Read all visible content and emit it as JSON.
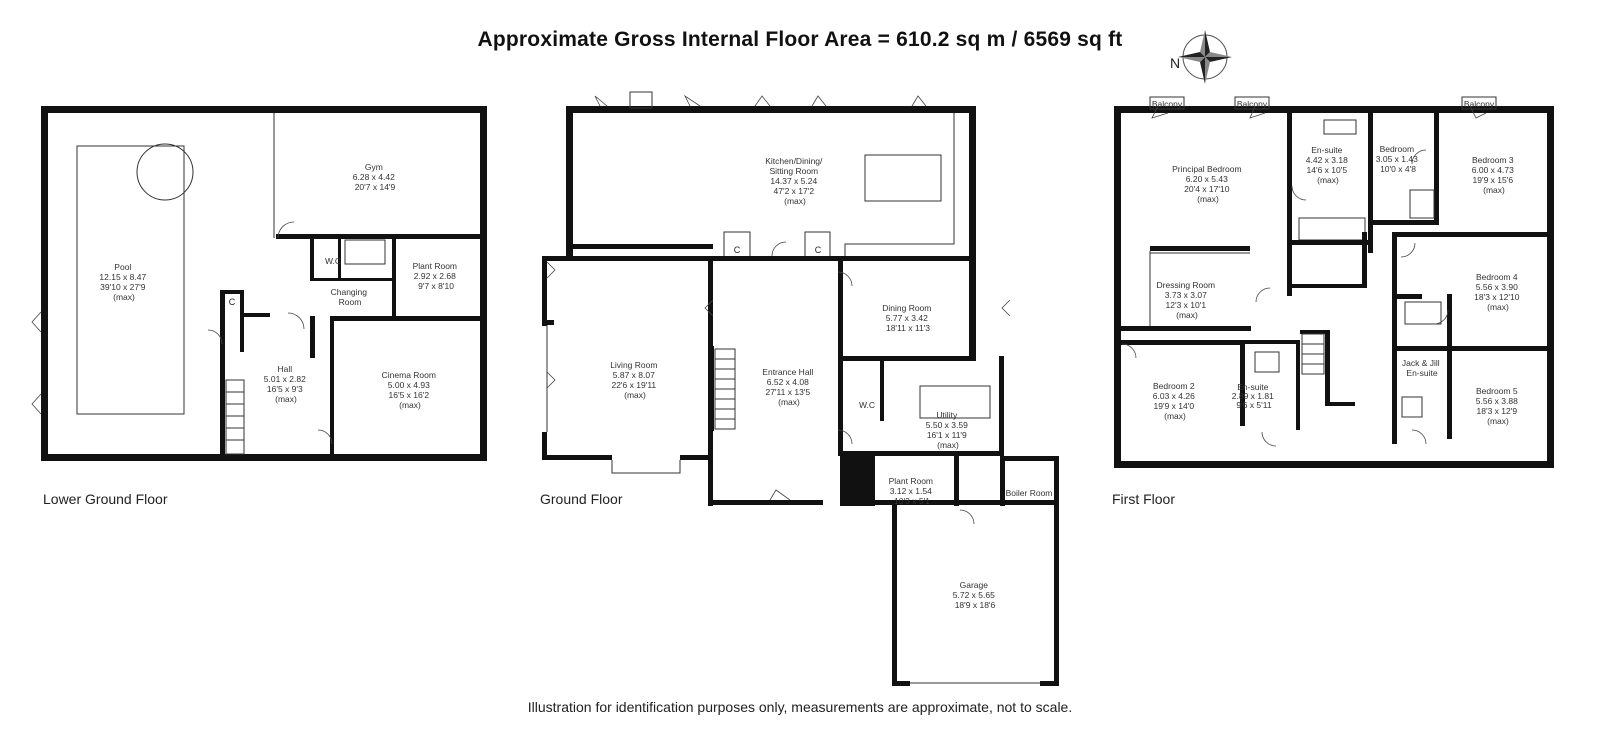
{
  "header": {
    "title": "Approximate Gross Internal Floor Area  = 610.2 sq m  / 6569 sq ft",
    "compass_label": "N"
  },
  "footer": {
    "disclaimer": "Illustration for identification purposes only, measurements are approximate, not to scale."
  },
  "floors": {
    "lower_ground": {
      "label": "Lower Ground Floor",
      "rooms": {
        "pool": [
          "Pool",
          "12.15 x 8.47",
          "39'10 x 27'9",
          "(max)"
        ],
        "gym": [
          "Gym",
          "6.28 x 4.42",
          "20'7 x 14'9"
        ],
        "wc": [
          "W.C"
        ],
        "plant_room": [
          "Plant Room",
          "2.92 x 2.68",
          "9'7 x 8'10"
        ],
        "changing_room": [
          "Changing",
          "Room"
        ],
        "cupboard": [
          "C"
        ],
        "hall": [
          "Hall",
          "5.01 x 2.82",
          "16'5 x 9'3",
          "(max)"
        ],
        "cinema_room": [
          "Cinema Room",
          "5.00 x 4.93",
          "16'5 x 16'2",
          "(max)"
        ]
      }
    },
    "ground": {
      "label": "Ground Floor",
      "rooms": {
        "kitchen": [
          "Kitchen/Dining/",
          "Sitting Room",
          "14.37 x 5.24",
          "47'2 x 17'2",
          "(max)"
        ],
        "cupboard_1": [
          "C"
        ],
        "cupboard_2": [
          "C"
        ],
        "dining_room": [
          "Dining Room",
          "5.77 x 3.42",
          "18'11 x 11'3"
        ],
        "living_room": [
          "Living Room",
          "5.87 x 8.07",
          "22'6 x 19'11",
          "(max)"
        ],
        "entrance_hall": [
          "Entrance Hall",
          "6.52 x 4.08",
          "27'11 x 13'5",
          "(max)"
        ],
        "wc": [
          "W.C"
        ],
        "utility": [
          "Utility",
          "5.50 x 3.59",
          "16'1 x 11'9",
          "(max)"
        ],
        "plant_room": [
          "Plant Room",
          "3.12 x 1.54",
          "10'3 x 5'1"
        ],
        "boiler_room": [
          "Boiler Room"
        ],
        "garage": [
          "Garage",
          "5.72 x 5.65",
          "18'9 x 18'6"
        ]
      }
    },
    "first": {
      "label": "First Floor",
      "rooms": {
        "balcony_1": [
          "Balcony"
        ],
        "balcony_2": [
          "Balcony"
        ],
        "balcony_3": [
          "Balcony"
        ],
        "principal_bedroom": [
          "Principal Bedroom",
          "6.20 x 5.43",
          "20'4 x 17'10",
          "(max)"
        ],
        "ensuite_main": [
          "En-suite",
          "4.42 x 3.18",
          "14'6 x 10'5",
          "(max)"
        ],
        "bedroom_small": [
          "Bedroom",
          "3.05 x 1.43",
          "10'0 x 4'8"
        ],
        "bedroom_3": [
          "Bedroom 3",
          "6.00 x 4.73",
          "19'9 x 15'6",
          "(max)"
        ],
        "dressing_room": [
          "Dressing Room",
          "3.73 x 3.07",
          "12'3 x 10'1",
          "(max)"
        ],
        "bedroom_4": [
          "Bedroom 4",
          "5.56 x 3.90",
          "18'3 x 12'10",
          "(max)"
        ],
        "bedroom_2": [
          "Bedroom 2",
          "6.03 x 4.26",
          "19'9 x 14'0",
          "(max)"
        ],
        "ensuite_2": [
          "En-suite",
          "2.89 x 1.81",
          "9'6 x 5'11"
        ],
        "jack_jill": [
          "Jack & Jill",
          "En-suite"
        ],
        "bedroom_5": [
          "Bedroom 5",
          "5.56 x 3.88",
          "18'3 x 12'9",
          "(max)"
        ]
      }
    }
  }
}
